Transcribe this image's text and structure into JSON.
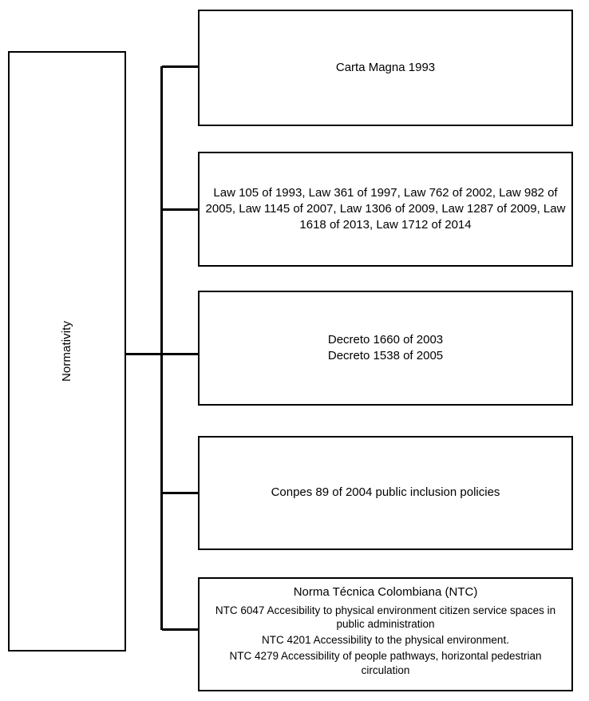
{
  "diagram": {
    "type": "hierarchy-tree",
    "orientation": "left-to-right",
    "root": {
      "label": "Normativity",
      "text_orientation": "vertical-rotated-90-ccw"
    },
    "branches": [
      {
        "id": "carta-magna",
        "text": "Carta Magna 1993"
      },
      {
        "id": "laws",
        "text": "Law 105 of 1993, Law 361 of 1997, Law 762 of 2002, Law 982 of 2005, Law 1145 of 2007, Law 1306 of 2009, Law 1287 of 2009, Law 1618 of 2013, Law 1712 of 2014"
      },
      {
        "id": "decretos",
        "text": "Decreto 1660 of 2003\nDecreto 1538 of 2005"
      },
      {
        "id": "conpes",
        "text": "Conpes 89 of 2004 public inclusion policies"
      },
      {
        "id": "ntc",
        "title": "Norma Técnica Colombiana (NTC)",
        "items": [
          "NTC 6047 Accesibility to physical environment citizen service spaces in public administration",
          "NTC 4201 Accessibility to the physical environment.",
          "NTC 4279 Accessibility of people pathways, horizontal pedestrian circulation"
        ]
      }
    ]
  },
  "style": {
    "stroke_color": "#000000",
    "background_color": "#ffffff",
    "text_color": "#000000"
  }
}
